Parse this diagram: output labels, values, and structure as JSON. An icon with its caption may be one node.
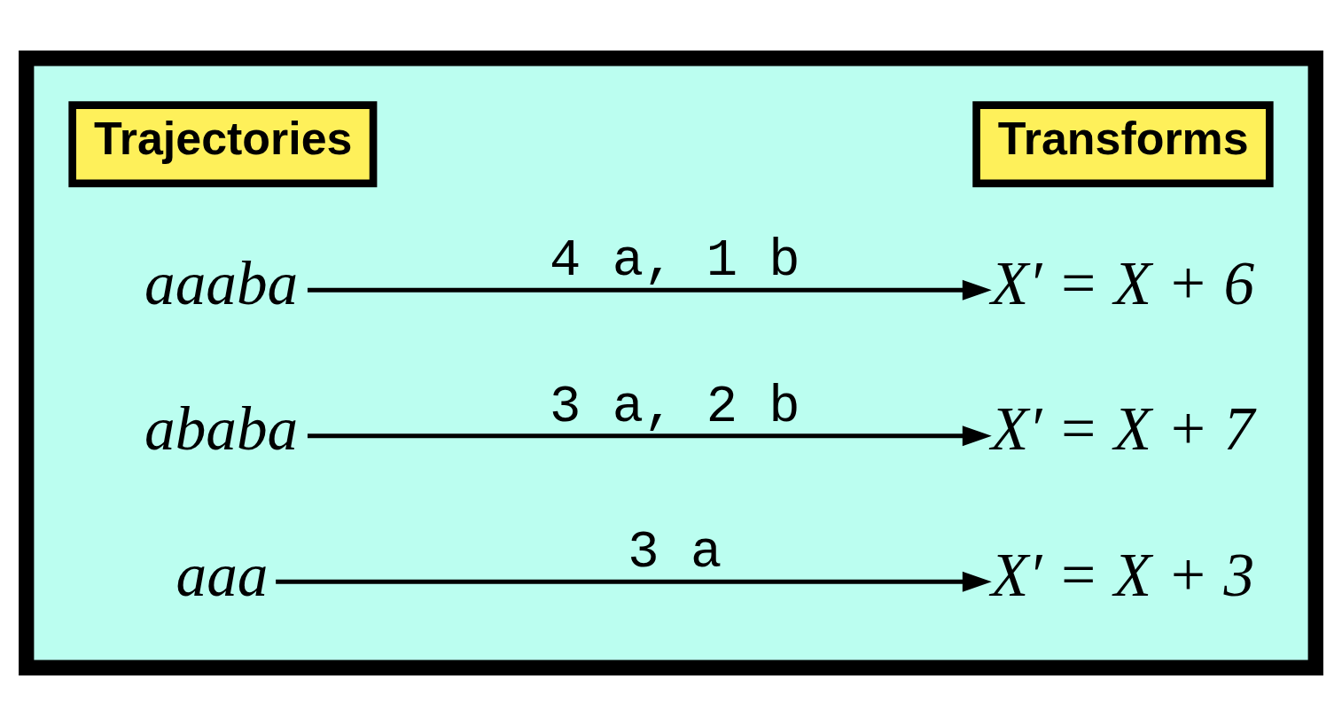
{
  "diagram": {
    "nodes": [
      {
        "text": [],
        "shape": "box"
      },
      {
        "text": [
          "Trajectories"
        ],
        "in": 0
      },
      {
        "text": [
          "Transforms"
        ],
        "in": 0
      },
      {
        "text": [
          "aaaba"
        ],
        "in": 0
      },
      {
        "text": [
          "X′ = X + 6"
        ],
        "in": 0
      },
      {
        "text": [
          "ababa"
        ],
        "in": 0
      },
      {
        "text": [
          "X′ = X + 7"
        ],
        "in": 0
      },
      {
        "text": [
          "aaa"
        ],
        "in": 0
      },
      {
        "text": [
          "X′ = X + 3"
        ],
        "in": 0
      }
    ],
    "edges": [
      {
        "from": 3,
        "to": 4,
        "arrow": "to",
        "label": "4 a, 1 b"
      },
      {
        "from": 5,
        "to": 6,
        "arrow": "to",
        "label": "3 a, 2 b"
      },
      {
        "from": 7,
        "to": 8,
        "arrow": "to",
        "label": "3 a"
      }
    ]
  }
}
